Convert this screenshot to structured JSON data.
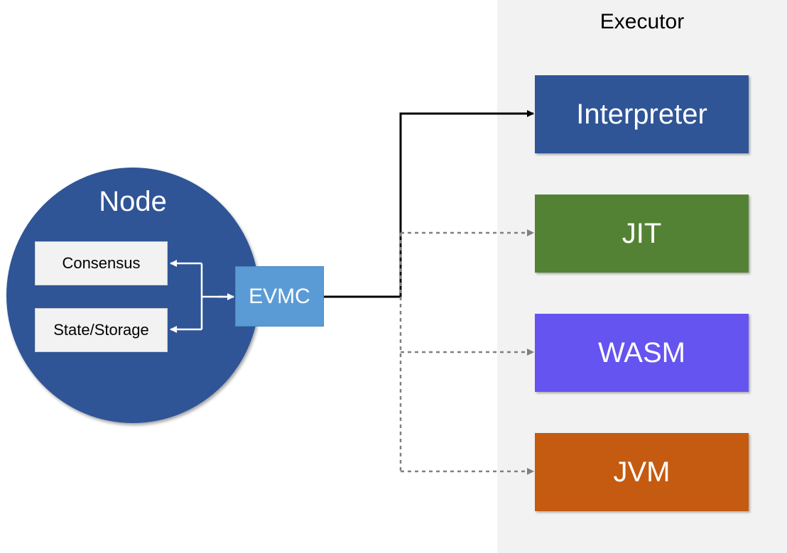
{
  "executor": {
    "title": "Executor",
    "items": [
      {
        "label": "Interpreter",
        "color": "#2f5597",
        "connection": "active"
      },
      {
        "label": "JIT",
        "color": "#548235",
        "connection": "optional"
      },
      {
        "label": "WASM",
        "color": "#6554f0",
        "connection": "optional"
      },
      {
        "label": "JVM",
        "color": "#c55a11",
        "connection": "optional"
      }
    ]
  },
  "node": {
    "title": "Node",
    "color": "#2f5597",
    "components": [
      "Consensus",
      "State/Storage"
    ]
  },
  "evmc": {
    "label": "EVMC",
    "color": "#5b9bd5"
  }
}
